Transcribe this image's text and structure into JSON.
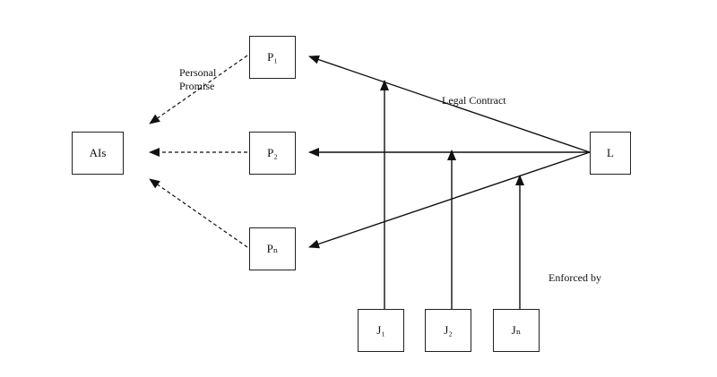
{
  "nodes": {
    "ais": "AIs",
    "p1": "P₁",
    "p2": "P₂",
    "pn": "Pₙ",
    "l": "L",
    "j1": "J₁",
    "j2": "J₂",
    "jn": "Jₙ"
  },
  "labels": {
    "personal_line1": "Personal",
    "personal_line2": "Promise",
    "legal_contract": "Legal Contract",
    "enforced_by": "Enforced by"
  },
  "colors": {
    "line": "#111111",
    "box_border": "#222222"
  }
}
